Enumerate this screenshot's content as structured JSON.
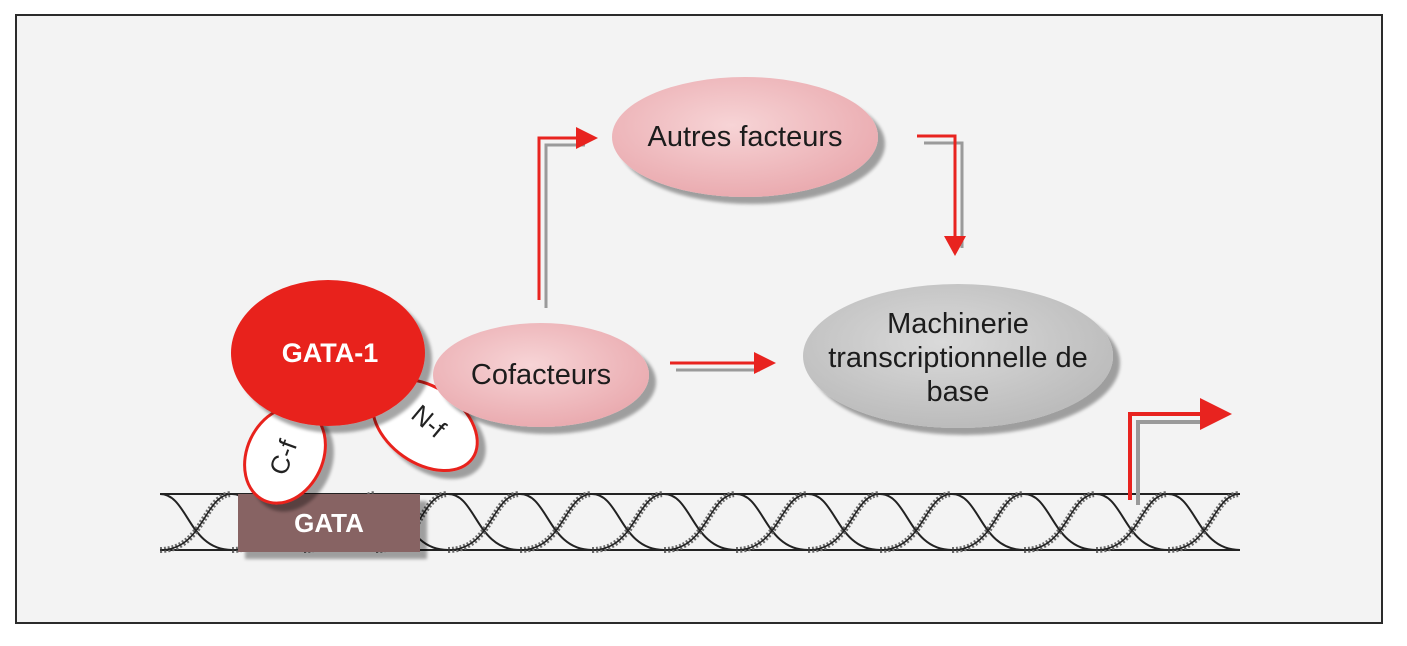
{
  "diagram": {
    "nodes": {
      "gata1": "GATA-1",
      "cofacteurs": "Cofacteurs",
      "autres_facteurs": "Autres facteurs",
      "machinerie": [
        "Machinerie",
        "transcriptionnelle de",
        "base"
      ],
      "c_finger": "C-f",
      "n_finger": "N-f",
      "gata_site": "GATA"
    },
    "colors": {
      "gata1_fill": "#e8231f",
      "arrow_red": "#e8231f",
      "pink_ellipse": "#f0b9bd",
      "gray_ellipse": "#c9c9c9",
      "gata_box": "#876464",
      "frame_bg": "#f3f3f3"
    }
  }
}
